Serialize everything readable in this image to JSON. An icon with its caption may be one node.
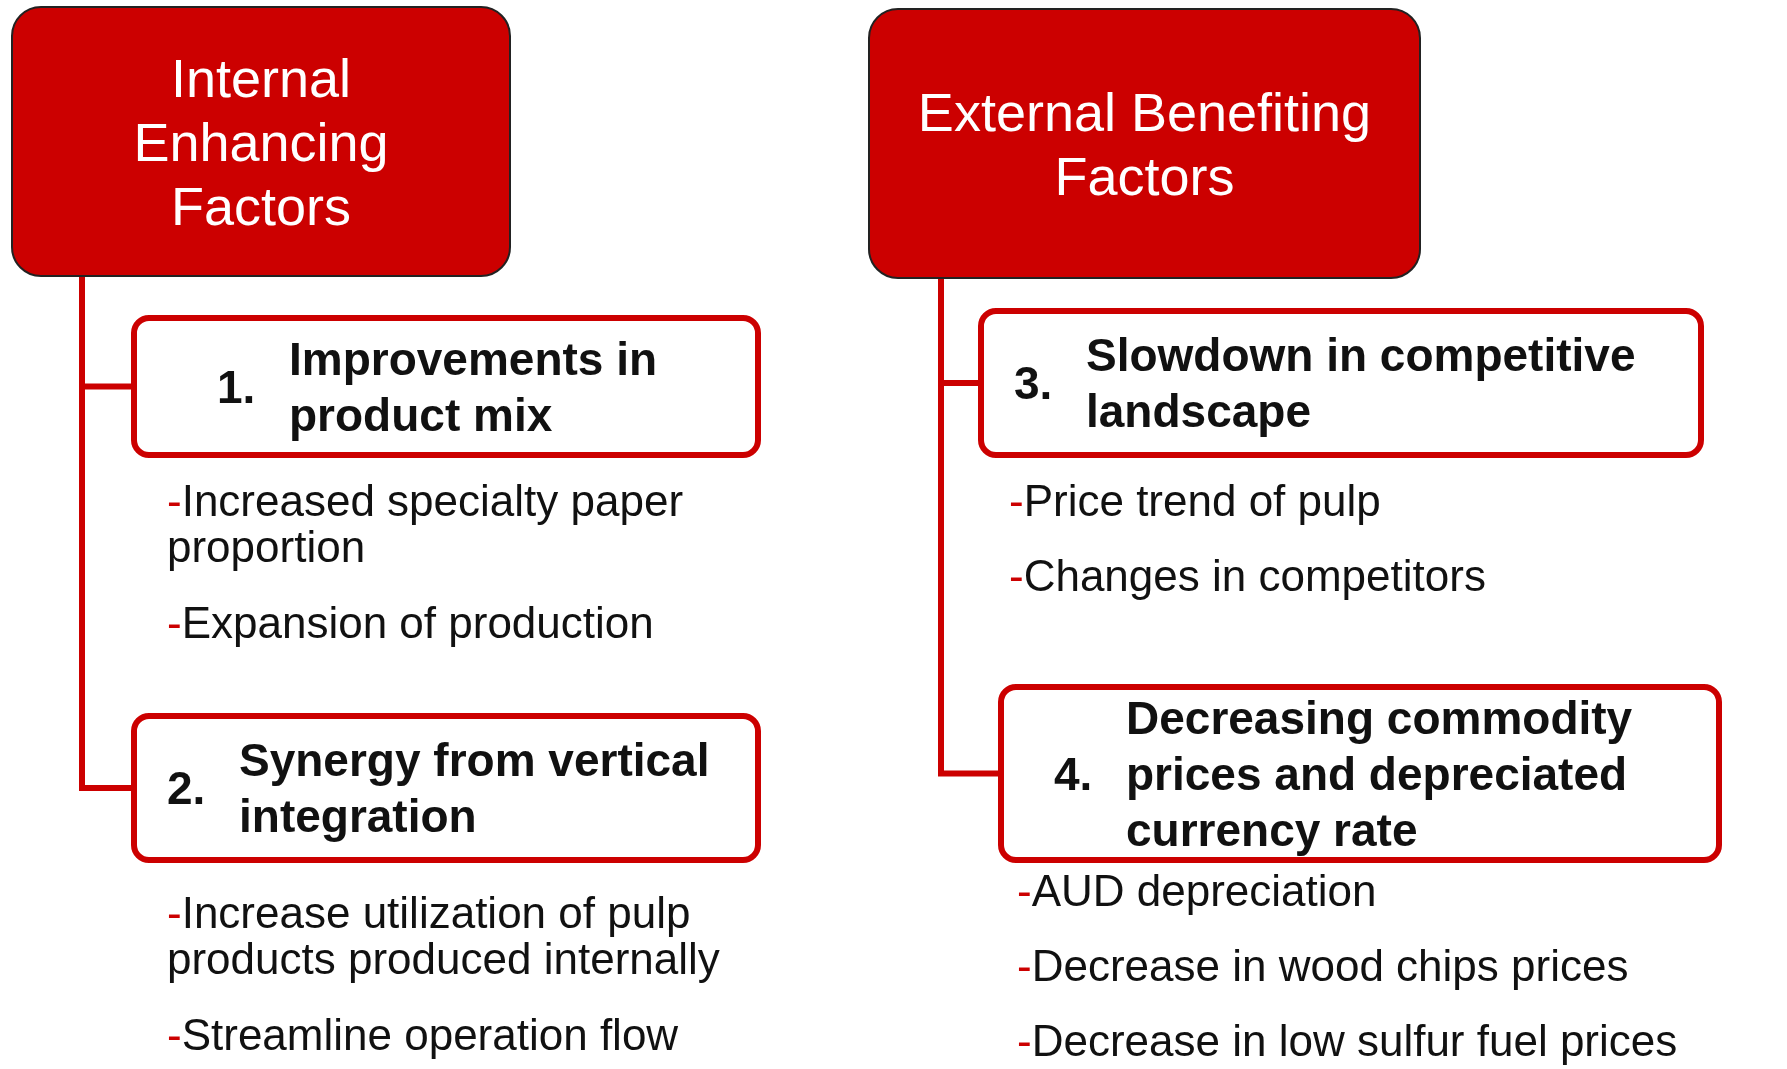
{
  "diagram": {
    "nodes": [
      {
        "text": [
          "Internal Enhancing Factors"
        ]
      },
      {
        "text": [
          "1.",
          "Improvements in product mix"
        ],
        "beside": [
          "-Increased specialty paper proportion",
          "-Expansion of production"
        ]
      },
      {
        "text": [
          "2.",
          "Synergy from vertical integration"
        ],
        "beside": [
          "-Increase utilization of pulp products produced internally",
          "-Streamline operation flow"
        ]
      },
      {
        "text": [
          "External Benefiting Factors"
        ]
      },
      {
        "text": [
          "3.",
          "Slowdown in competitive landscape"
        ],
        "beside": [
          "-Price trend of pulp",
          "-Changes in competitors"
        ]
      },
      {
        "text": [
          "4.",
          "Decreasing commodity prices and depreciated currency rate"
        ],
        "beside": [
          "-AUD depreciation",
          "-Decrease in wood chips prices",
          "-Decrease in low sulfur fuel prices"
        ]
      }
    ],
    "edges": [
      {
        "from": 0,
        "to": 1,
        "arrow": "none"
      },
      {
        "from": 0,
        "to": 2,
        "arrow": "none"
      },
      {
        "from": 3,
        "to": 4,
        "arrow": "none"
      },
      {
        "from": 3,
        "to": 5,
        "arrow": "none"
      }
    ]
  }
}
